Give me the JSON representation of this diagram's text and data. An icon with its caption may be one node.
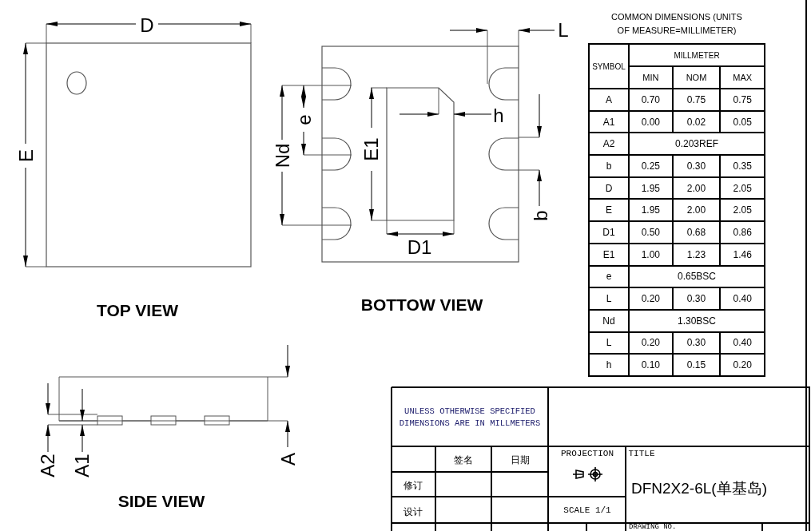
{
  "diagram": {
    "labels": [
      "D",
      "E",
      "TOP VIEW",
      "L",
      "e",
      "h",
      "Nd",
      "E1",
      "b",
      "D1",
      "BOTTOW VIEW",
      "COMMON DIMENSIONS (UNITS OF MEASURE=MILLIMETER)",
      "SYMBOL",
      "MILLMETER",
      "MIN",
      "NOM",
      "MAX",
      "A",
      "0.70",
      "0.75",
      "0.75",
      "A1",
      "0.00",
      "0.02",
      "0.05",
      "A2",
      "0.203REF",
      "b",
      "0.25",
      "0.30",
      "0.35",
      "D",
      "1.95",
      "2.00",
      "2.05",
      "E",
      "1.95",
      "2.00",
      "2.05",
      "D1",
      "0.50",
      "0.68",
      "0.86",
      "E1",
      "1.00",
      "1.23",
      "1.46",
      "e",
      "0.65BSC",
      "L",
      "0.20",
      "0.30",
      "0.40",
      "Nd",
      "1.30BSC",
      "L",
      "0.20",
      "0.30",
      "0.40",
      "h",
      "0.10",
      "0.15",
      "0.20",
      "A2",
      "A1",
      "A",
      "SIDE VIEW",
      "UNLESS OTHERWISE SPECIFIED DIMENSIONS ARE IN MILLMETERS",
      "签名",
      "日期",
      "PROJECTION",
      "TITLE",
      "修订",
      "DFN2X2-6L(单基岛)",
      "设计",
      "SCALE 1/1",
      "DRAWING NO."
    ]
  }
}
